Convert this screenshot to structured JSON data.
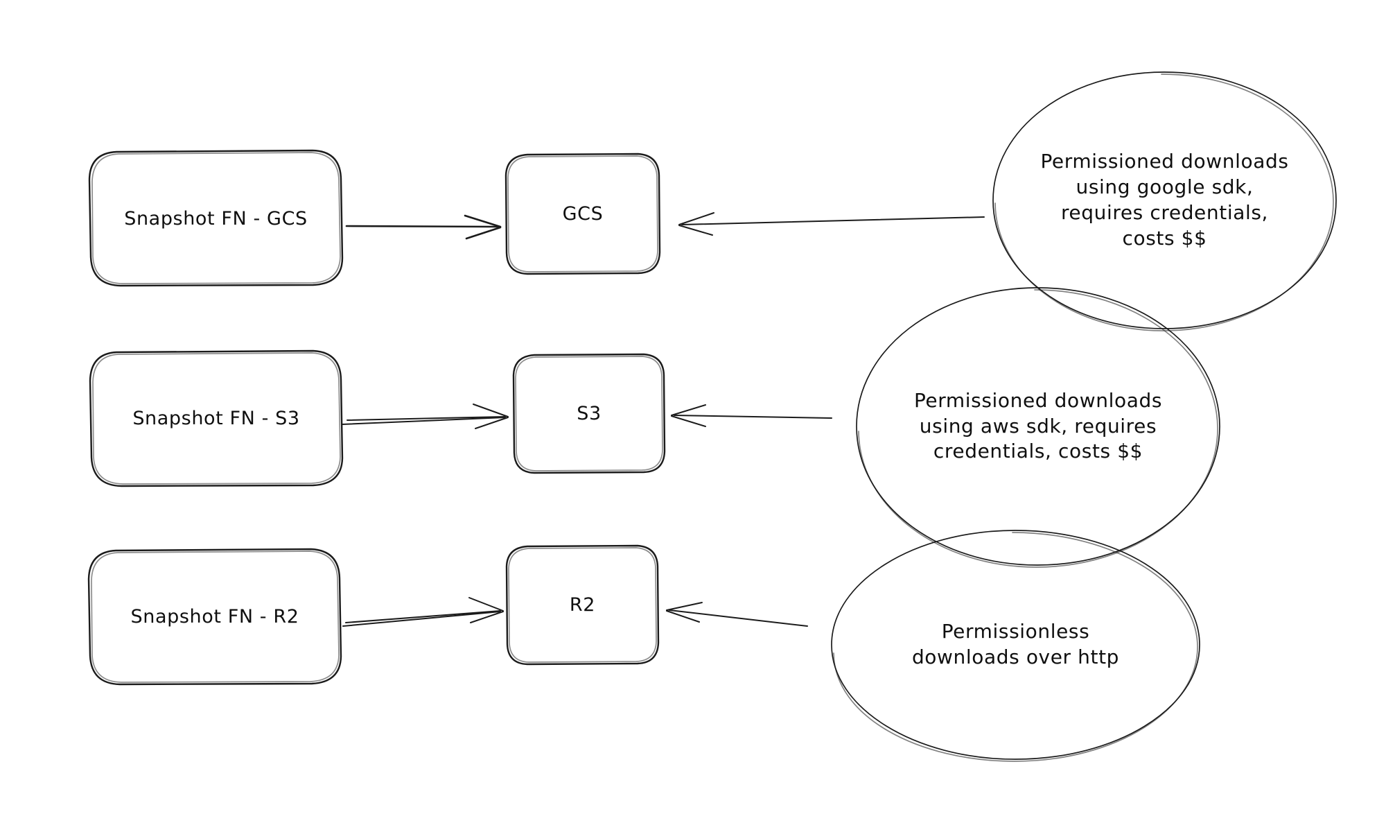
{
  "diagram": {
    "type": "flow-diagram",
    "style": "hand-drawn",
    "background_color": "#ffffff",
    "stroke_color": "#1b1b1b",
    "rows": [
      {
        "id": "gcs-row",
        "source": "Snapshot FN - GCS",
        "store": "GCS",
        "note": "Permissioned downloads\nusing google sdk,\nrequires credentials,\ncosts $$"
      },
      {
        "id": "s3-row",
        "source": "Snapshot FN - S3",
        "store": "S3",
        "note": "Permissioned downloads\nusing aws sdk, requires\ncredentials, costs $$"
      },
      {
        "id": "r2-row",
        "source": "Snapshot FN - R2",
        "store": "R2",
        "note": "Permissionless\ndownloads over http"
      }
    ]
  }
}
